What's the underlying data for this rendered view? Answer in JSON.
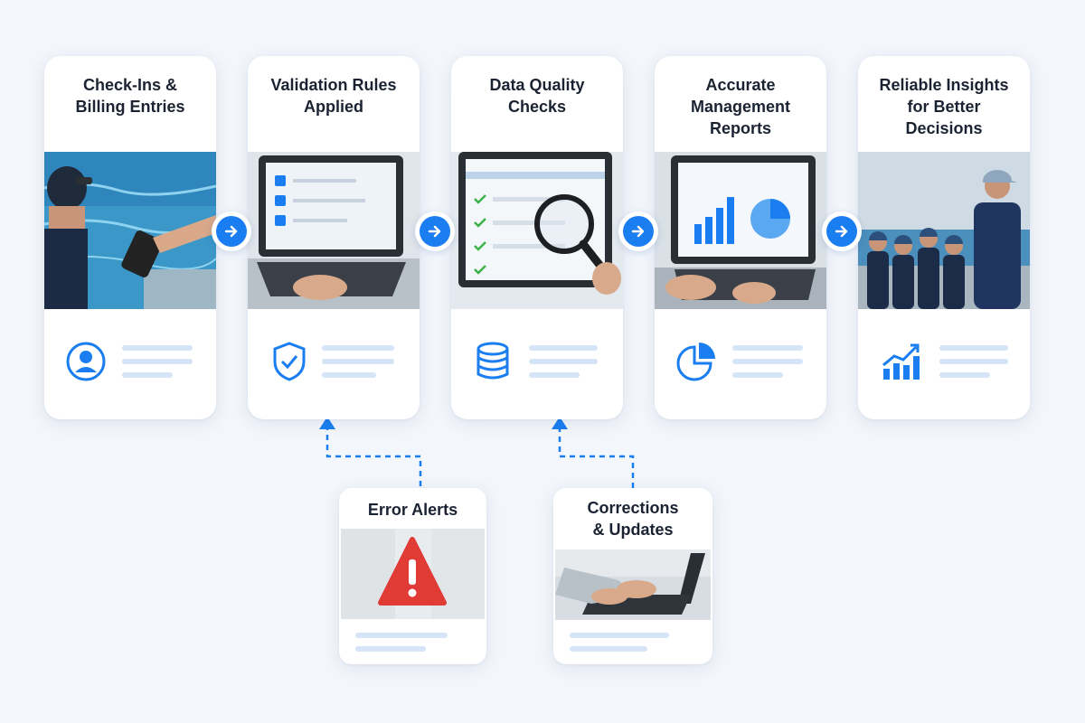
{
  "steps": [
    {
      "title": "Check-Ins &\nBilling Entries",
      "icon": "user-circle-icon"
    },
    {
      "title": "Validation Rules\nApplied",
      "icon": "shield-check-icon"
    },
    {
      "title": "Data Quality\nChecks",
      "icon": "database-icon"
    },
    {
      "title": "Accurate\nManagement\nReports",
      "icon": "pie-chart-icon"
    },
    {
      "title": "Reliable Insights\nfor Better\nDecisions",
      "icon": "bar-growth-icon"
    }
  ],
  "feedback": [
    {
      "title": "Error Alerts",
      "icon": "warning-triangle-icon"
    },
    {
      "title": "Corrections\n& Updates",
      "icon": "laptop-typing-icon"
    }
  ],
  "colors": {
    "accent": "#1a7ef0",
    "line": "#d6e4f7",
    "title": "#1b2333",
    "alert": "#e03b35",
    "check": "#3ab24a"
  }
}
